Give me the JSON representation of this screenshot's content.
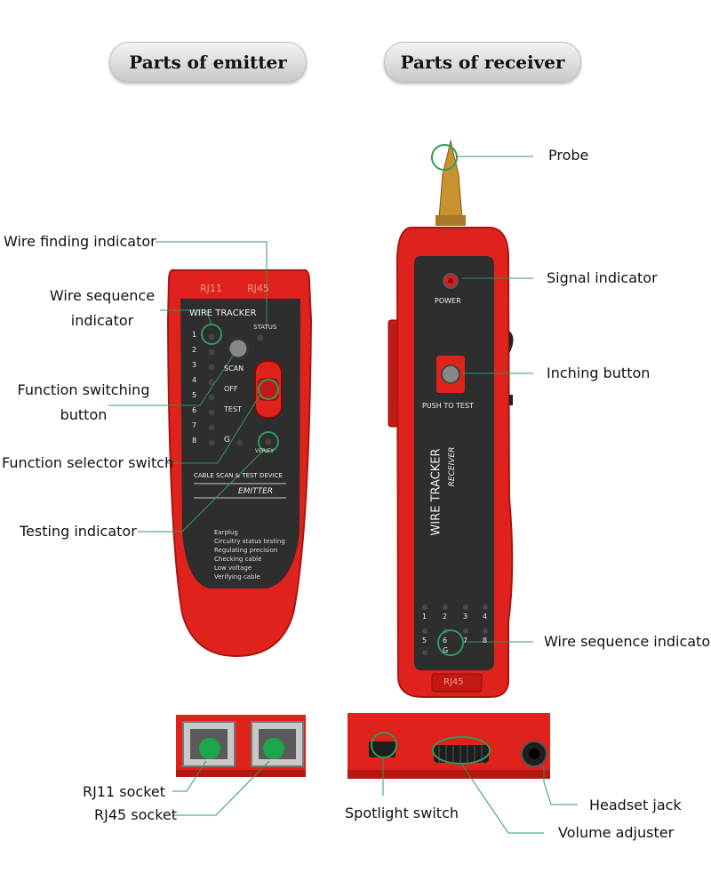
{
  "headers": {
    "emitter": "Parts of emitter",
    "receiver": "Parts of receiver"
  },
  "labels": {
    "probe": "Probe",
    "wire_finding_indicator": "Wire finding indicator",
    "wire_sequence_indicator_line1": "Wire sequence",
    "wire_sequence_indicator_line2": "indicator",
    "signal_indicator": "Signal indicator",
    "inching_button": "Inching button",
    "function_switching_line1": "Function switching",
    "function_switching_line2": "button",
    "function_selector_switch": "Function selector switch",
    "testing_indicator": "Testing indicator",
    "receiver_wire_sequence_indicator": "Wire sequence indicator",
    "rj11_socket": "RJ11 socket",
    "rj45_socket": "RJ45 socket",
    "spotlight_switch": "Spotlight switch",
    "headset_jack": "Headset jack",
    "volume_adjuster": "Volume adjuster"
  },
  "emitter_device": {
    "top_labels": [
      "RJ11",
      "RJ45"
    ],
    "brand": "WIRE TRACKER",
    "status": "STATUS",
    "scan": "SCAN",
    "off": "OFF",
    "test": "TEST",
    "verify": "VERIFY",
    "g": "G",
    "numbers": [
      "1",
      "2",
      "3",
      "4",
      "5",
      "6",
      "7",
      "8"
    ],
    "subtitle": "CABLE SCAN & TEST DEVICE",
    "model": "EMITTER",
    "features": [
      "Earplug",
      "Circuitry status testing",
      "Regulating precision",
      "Checking cable",
      "Low voltage",
      "Verifying cable"
    ]
  },
  "receiver_device": {
    "power": "POWER",
    "push_to_test": "PUSH TO TEST",
    "brand": "WIRE TRACKER",
    "model": "RECEIVER",
    "row1": [
      "1",
      "2",
      "3",
      "4"
    ],
    "row2": [
      "5",
      "6",
      "7",
      "8"
    ],
    "g": "G",
    "bottom_label": "RJ45"
  },
  "colors": {
    "device_red": "#e0221c",
    "panel_dark": "#2e2e2e",
    "callout_green": "#2d9b5c",
    "indicator_green": "#1ba84a"
  }
}
